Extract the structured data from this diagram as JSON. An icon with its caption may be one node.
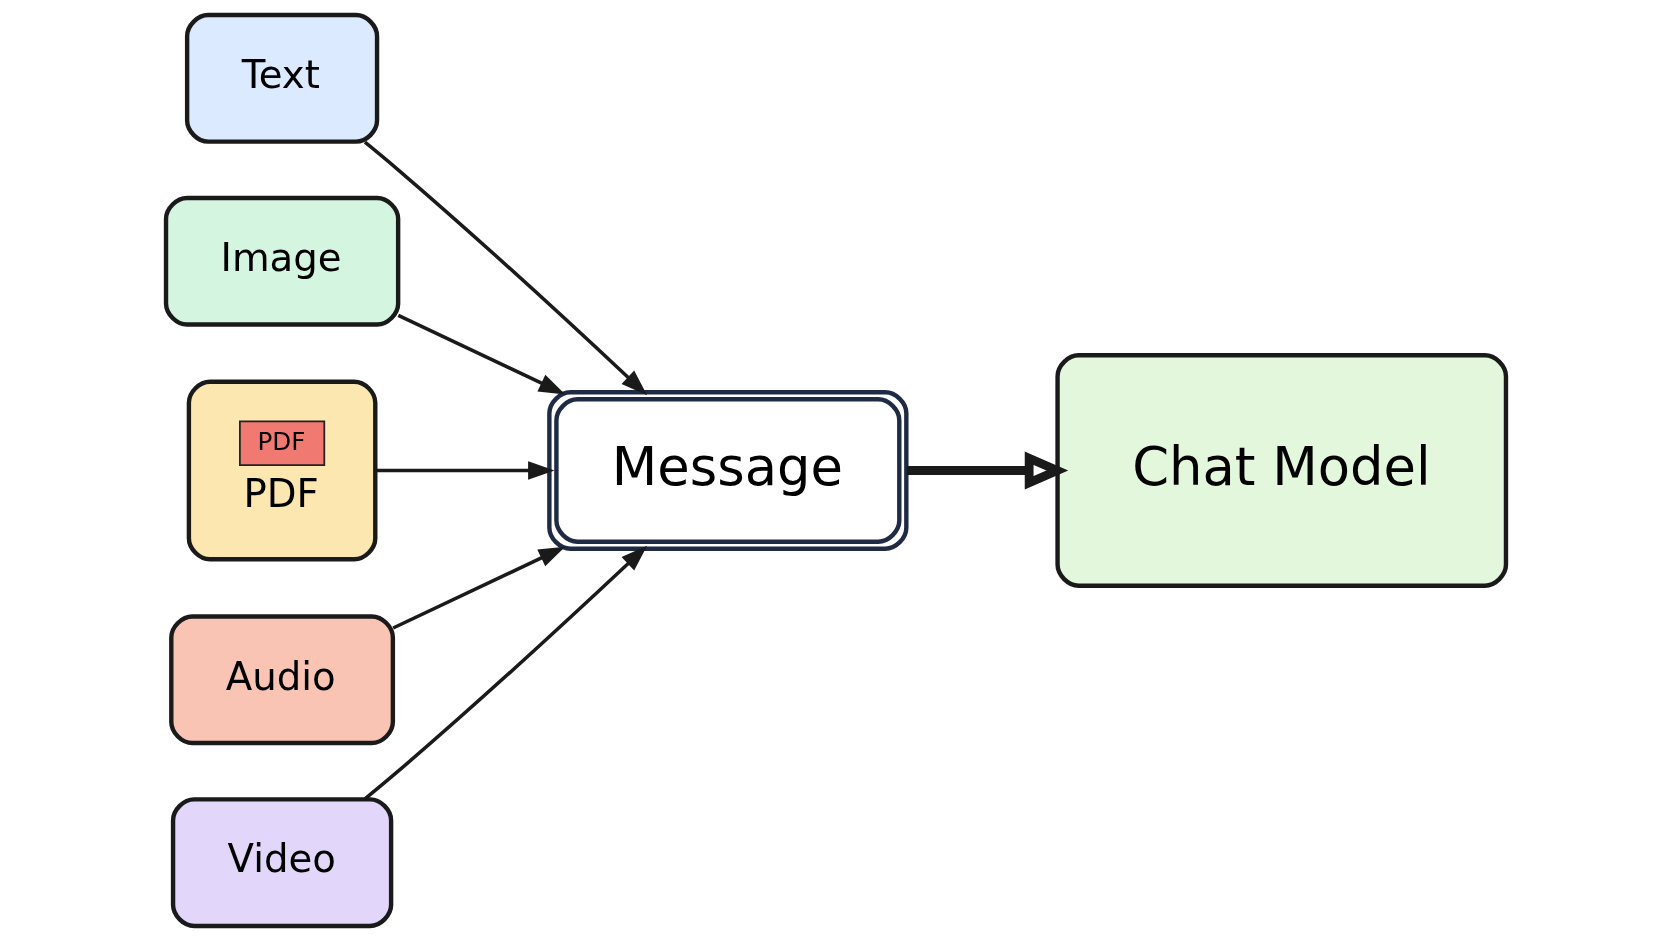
{
  "diagram": {
    "nodes": [
      {
        "text": [
          "Text"
        ]
      },
      {
        "text": [
          "Image"
        ]
      },
      {
        "text": [
          "PDF",
          "PDF"
        ]
      },
      {
        "text": [
          "Audio"
        ]
      },
      {
        "text": [
          "Video"
        ]
      },
      {
        "text": [
          "Message"
        ]
      },
      {
        "text": [
          "Chat Model"
        ]
      }
    ],
    "edges": [
      {
        "from": 0,
        "to": 5,
        "arrow": "to"
      },
      {
        "from": 1,
        "to": 5,
        "arrow": "to"
      },
      {
        "from": 2,
        "to": 5,
        "arrow": "to"
      },
      {
        "from": 3,
        "to": 5,
        "arrow": "to"
      },
      {
        "from": 4,
        "to": 5,
        "arrow": "to"
      },
      {
        "from": 5,
        "to": 6,
        "arrow": "to",
        "style": "thick"
      }
    ]
  }
}
